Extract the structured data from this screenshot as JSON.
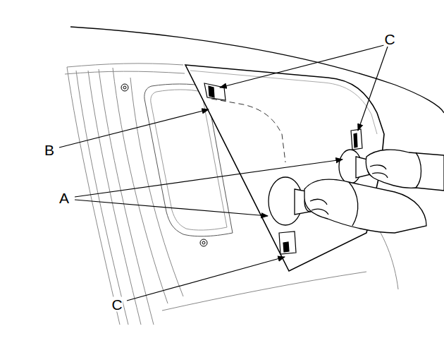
{
  "diagram": {
    "labels": [
      "C",
      "B",
      "A",
      "C"
    ]
  }
}
